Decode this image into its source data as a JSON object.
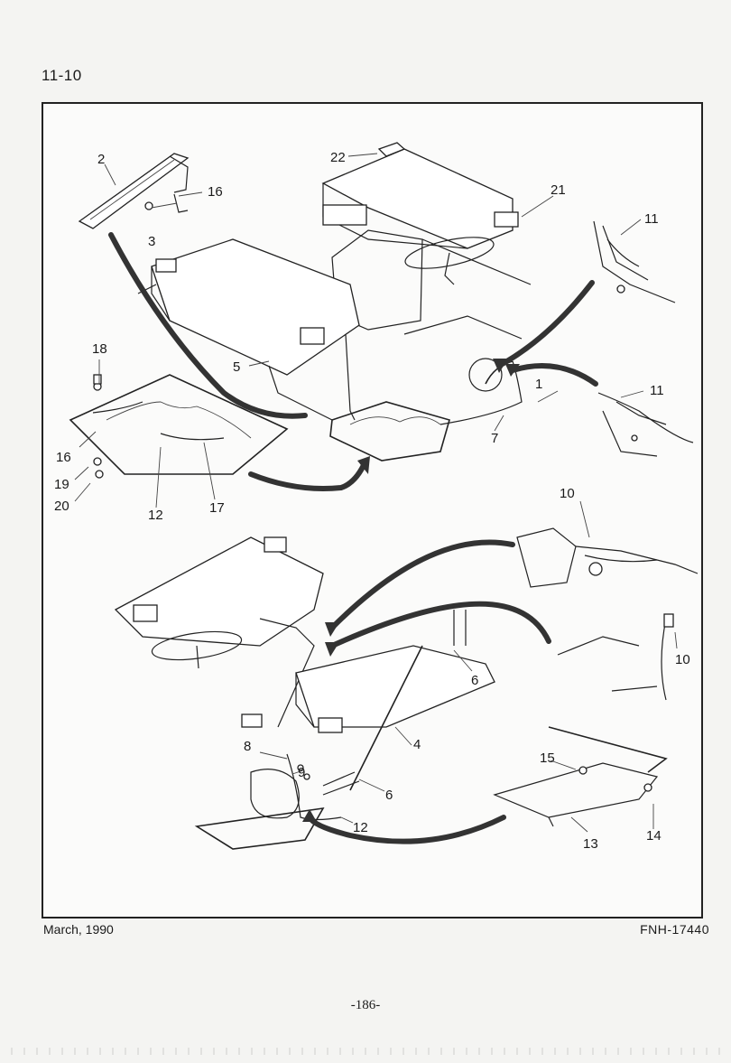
{
  "header": {
    "section_number": "11-10"
  },
  "footer": {
    "date": "March, 1990",
    "doc_code": "FNH-17440",
    "page": "-186-"
  },
  "callouts": {
    "c1": "1",
    "c2": "2",
    "c3": "3",
    "c4": "4",
    "c5": "5",
    "c6a": "6",
    "c6b": "6",
    "c7": "7",
    "c8": "8",
    "c9": "9",
    "c10a": "10",
    "c10b": "10",
    "c11a": "11",
    "c11b": "11",
    "c12a": "12",
    "c12b": "12",
    "c13": "13",
    "c14": "14",
    "c15": "15",
    "c16a": "16",
    "c16b": "16",
    "c17": "17",
    "c18": "18",
    "c19": "19",
    "c20": "20",
    "c21": "21",
    "c22": "22"
  }
}
